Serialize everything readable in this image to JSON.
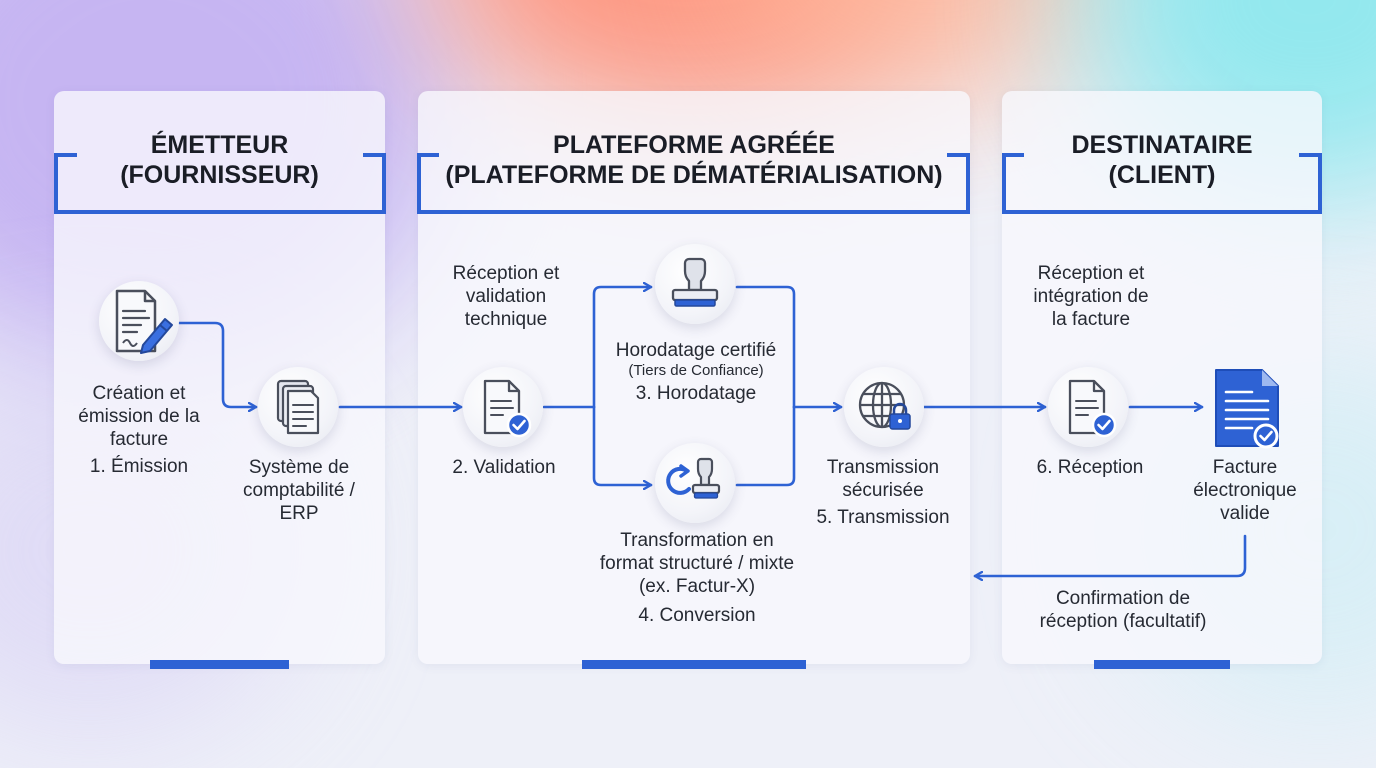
{
  "columns": {
    "emitter": {
      "title_line1": "ÉMETTEUR",
      "title_line2": "(FOURNISSEUR)"
    },
    "platform": {
      "title_line1": "PLATEFORME AGRÉÉE",
      "title_line2": "(PLATEFORME DE DÉMATÉRIALISATION)"
    },
    "recipient": {
      "title_line1": "DESTINATAIRE",
      "title_line2": "(CLIENT)"
    }
  },
  "steps": {
    "emission": {
      "line1": "Création et",
      "line2": "émission de la",
      "line3": "facture",
      "step": "1. Émission"
    },
    "erp": {
      "line1": "Système de",
      "line2": "comptabilité /",
      "line3": "ERP"
    },
    "reception_validation": {
      "line1": "Réception et",
      "line2": "validation",
      "line3": "technique"
    },
    "validation": {
      "step": "2. Validation"
    },
    "horodatage": {
      "line1": "Horodatage certifié",
      "line2": "(Tiers de Confiance)",
      "step": "3. Horodatage"
    },
    "conversion": {
      "line1": "Transformation en",
      "line2": "format structuré / mixte",
      "line3": "(ex. Factur-X)",
      "step": "4. Conversion"
    },
    "transmission": {
      "line1": "Transmission",
      "line2": "sécurisée",
      "step": "5. Transmission"
    },
    "reception_integration": {
      "line1": "Réception et",
      "line2": "intégration de",
      "line3": "la facture"
    },
    "reception": {
      "step": "6. Réception"
    },
    "valid_invoice": {
      "line1": "Facture",
      "line2": "électronique",
      "line3": "valide"
    },
    "confirmation": {
      "line1": "Confirmation de",
      "line2": "réception (facultatif)"
    }
  },
  "icons": {
    "invoice_create": "document-pen-icon",
    "erp": "document-stack-icon",
    "validation": "document-check-icon",
    "horodatage": "stamp-icon",
    "conversion": "refresh-stamp-icon",
    "transmission": "globe-lock-icon",
    "reception": "document-check-icon",
    "valid_invoice": "blue-document-check-icon"
  },
  "colors": {
    "accent": "#2e62d4",
    "text": "#262a33"
  }
}
